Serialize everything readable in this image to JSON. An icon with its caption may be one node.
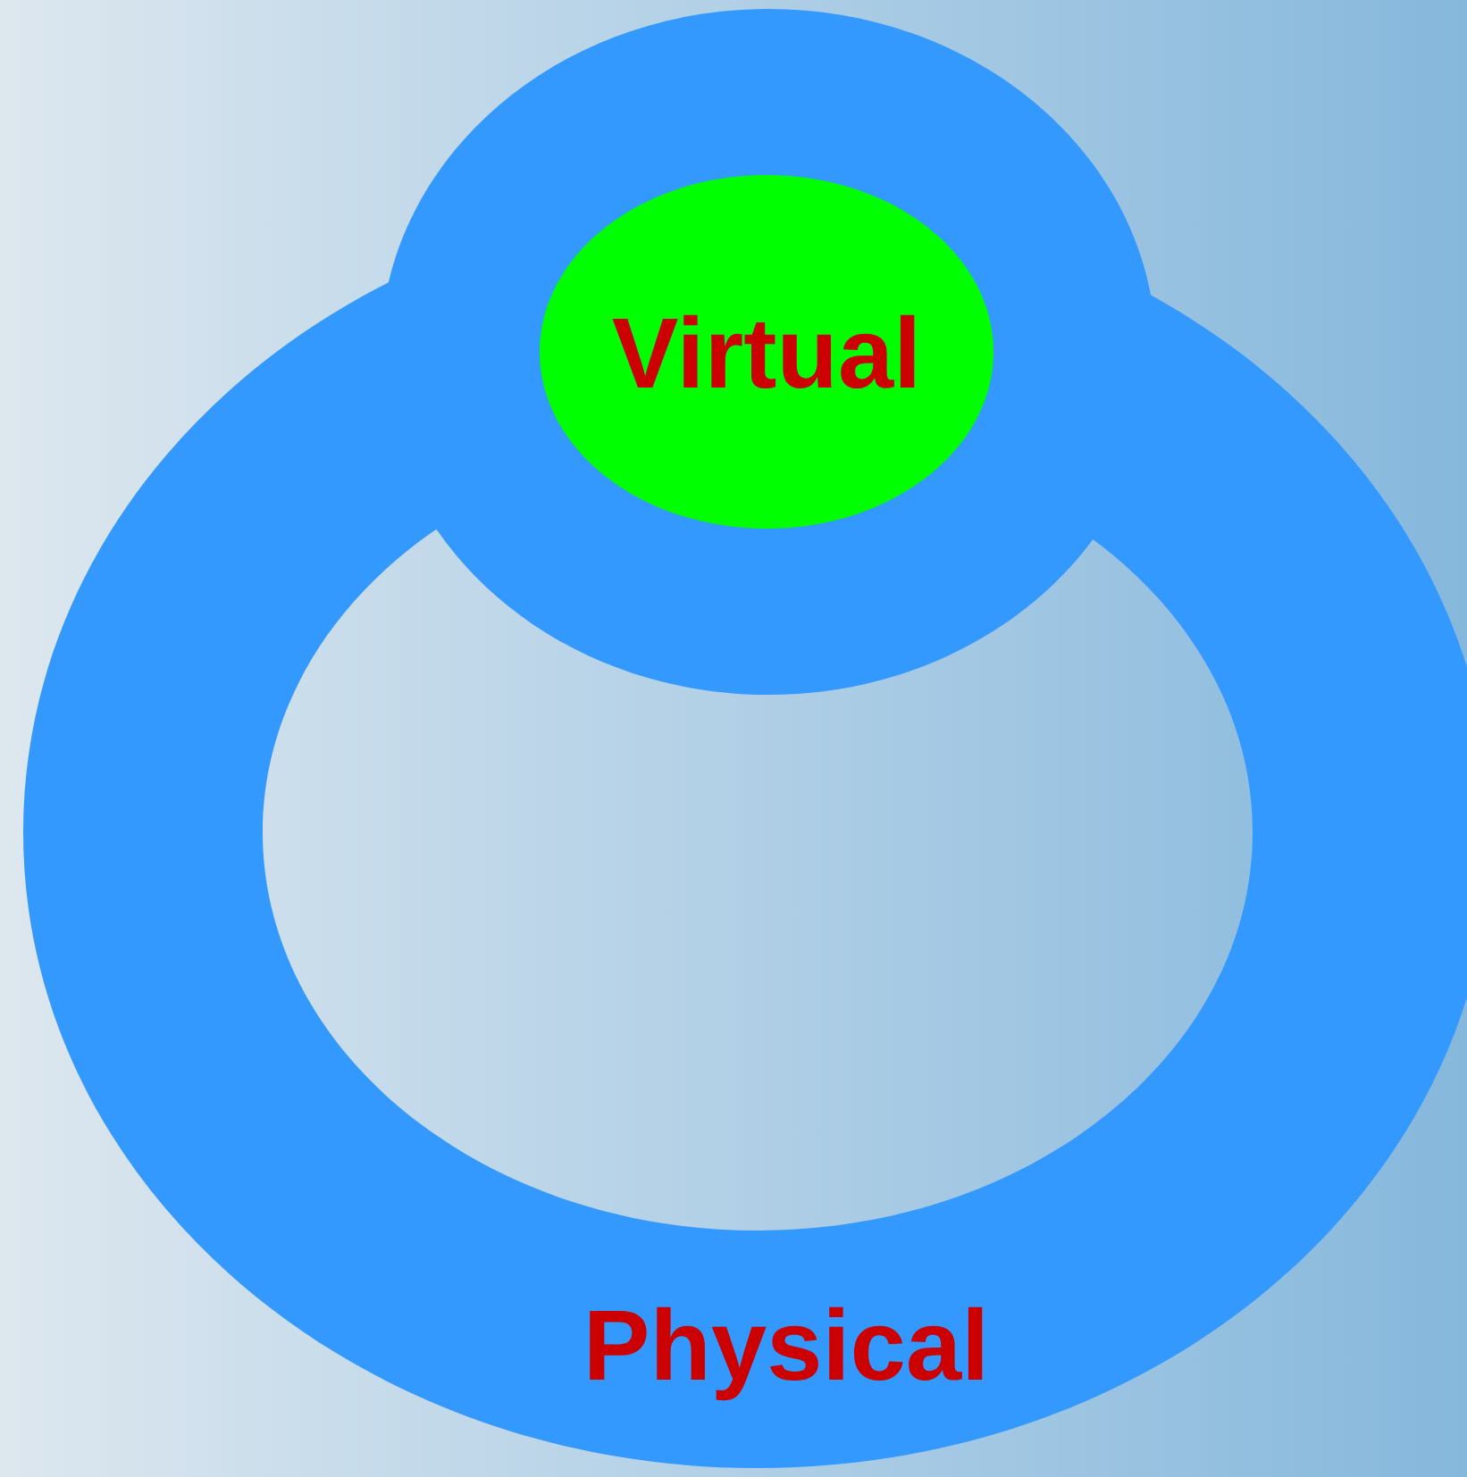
{
  "diagram": {
    "nodes": [
      {
        "text": [
          "Physical"
        ]
      },
      {
        "text": [],
        "shape": "circle"
      },
      {
        "text": [
          "Virtual"
        ],
        "in": 1
      }
    ]
  }
}
